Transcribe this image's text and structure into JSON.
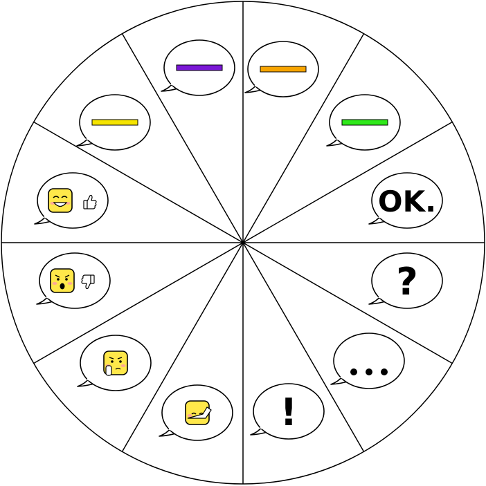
{
  "wheel": {
    "segments": [
      {
        "id": "purple-line",
        "content": "color-line",
        "color": "#7a18d6",
        "label": ""
      },
      {
        "id": "orange-line",
        "content": "color-line",
        "color": "#f7a400",
        "label": ""
      },
      {
        "id": "green-line",
        "content": "color-line",
        "color": "#2fe81a",
        "label": ""
      },
      {
        "id": "ok",
        "content": "text",
        "color": "#000000",
        "label": "OK."
      },
      {
        "id": "question",
        "content": "text",
        "color": "#000000",
        "label": "?"
      },
      {
        "id": "ellipsis",
        "content": "dots",
        "color": "#000000",
        "label": ""
      },
      {
        "id": "exclamation",
        "content": "text",
        "color": "#000000",
        "label": "!"
      },
      {
        "id": "face-wave",
        "content": "face",
        "color": "#ffe84a",
        "label": "",
        "icon": "waving-face-icon"
      },
      {
        "id": "face-thinking",
        "content": "face",
        "color": "#ffe84a",
        "label": "",
        "icon": "thinking-face-icon"
      },
      {
        "id": "face-thumbs-down",
        "content": "face",
        "color": "#ffe84a",
        "label": "",
        "icon": "thumbs-down-face-icon"
      },
      {
        "id": "face-thumbs-up",
        "content": "face",
        "color": "#ffe84a",
        "label": "",
        "icon": "thumbs-up-face-icon"
      },
      {
        "id": "yellow-line",
        "content": "color-line",
        "color": "#f5e400",
        "label": ""
      }
    ]
  },
  "colors": {
    "outline": "#000000",
    "fill": "#ffffff",
    "face": "#ffe84a",
    "blush": "#ff9aa8"
  }
}
